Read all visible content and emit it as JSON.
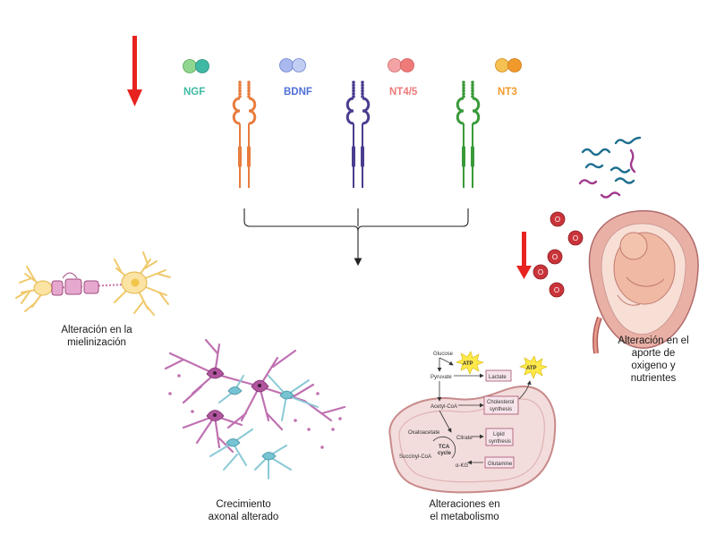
{
  "neurotrophins": [
    {
      "label": "NGF",
      "color": "#3fb9a3",
      "light": "#8fd68f"
    },
    {
      "label": "BDNF",
      "color": "#4f6fd8",
      "light": "#a9b8ee"
    },
    {
      "label": "NT4/5",
      "color": "#ef7a7a",
      "light": "#f3a3a3"
    },
    {
      "label": "NT3",
      "color": "#f19a2b",
      "light": "#f6c052"
    }
  ],
  "receptor_colors": [
    "#e87c3e",
    "#4a3d8f",
    "#3a9a3a"
  ],
  "outcomes": {
    "myelination": [
      "Alteración en la",
      "mielinización"
    ],
    "axonal": [
      "Crecimiento",
      "axonal alterado"
    ],
    "metabolism": [
      "Alteraciones en",
      "el metabolismo"
    ],
    "oxygen": [
      "Alteración en el",
      "aporte de",
      "oxigeno y",
      "nutrientes"
    ]
  },
  "metabolism": {
    "glucose": "Glucose",
    "pyruvate": "Pyruvate",
    "acetyl_coa": "Acetyl-CoA",
    "oxaloacetate": "Oxaloacetate",
    "citrate": "Citrate",
    "a_kg": "α-KG",
    "succinyl_coa": "Succinyl-CoA",
    "tca_line1": "TCA",
    "tca_line2": "cycle",
    "atp": "ATP",
    "lactate": "Lactate",
    "cholesterol": [
      "Cholesterol",
      "synthesis"
    ],
    "lipid": [
      "Lipid",
      "synthesis"
    ],
    "glutamine": "Glutamine"
  },
  "oxygen_symbol": "O",
  "colors": {
    "arrow_red": "#e8231f",
    "mito_fill": "#f3dcdc",
    "mito_stroke": "#c88a8a",
    "box_fill": "#f6e4ea",
    "box_stroke": "#a5506e",
    "atp_fill": "#ffe94a",
    "oxygen_fill": "#c9343a"
  }
}
